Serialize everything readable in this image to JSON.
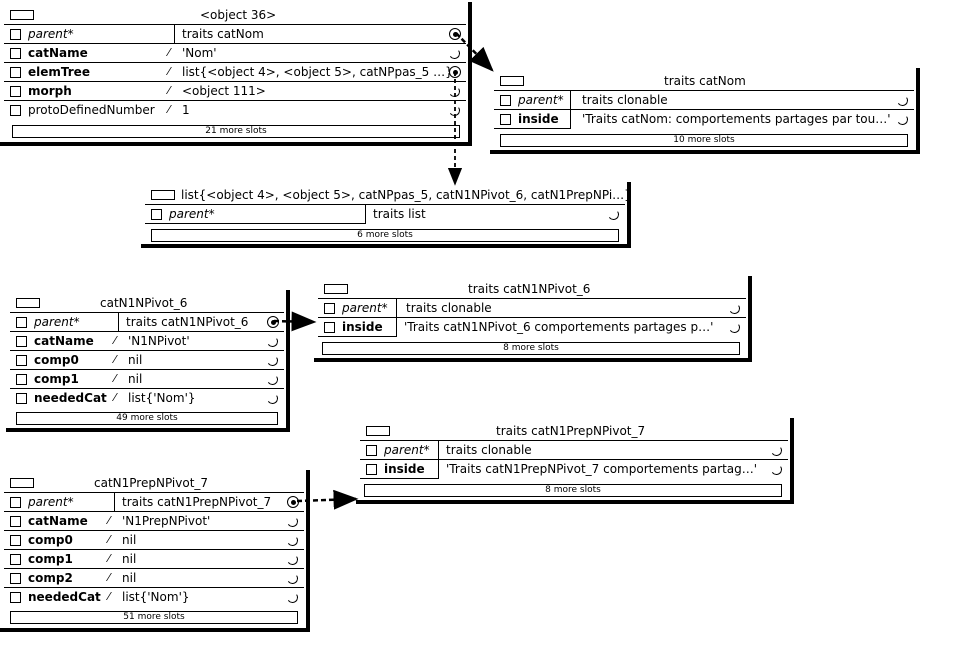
{
  "outliners": {
    "obj36": {
      "title": "<object 36>",
      "slots": [
        {
          "name": "parent*",
          "value": "traits catNom"
        },
        {
          "name": "catName",
          "value": "'Nom'"
        },
        {
          "name": "elemTree",
          "value": "list{<object 4>, <object 5>, catNPpas_5 …}"
        },
        {
          "name": "morph",
          "value": "<object 111>"
        },
        {
          "name": "protoDefinedNumber",
          "value": "1"
        }
      ],
      "more": "21 more slots"
    },
    "traitsCatNom": {
      "title": "traits catNom",
      "slots": [
        {
          "name": "parent*",
          "value": "traits clonable"
        },
        {
          "name": "inside",
          "value": "'Traits catNom: comportements partages par tou…'"
        }
      ],
      "more": "10 more slots"
    },
    "listObj": {
      "title": "list{<object 4>, <object 5>, catNPpas_5, catN1NPivot_6, catN1PrepNPi…}",
      "slots": [
        {
          "name": "parent*",
          "value": "traits list"
        }
      ],
      "more": "6 more slots"
    },
    "catN1NPivot6": {
      "title": "catN1NPivot_6",
      "slots": [
        {
          "name": "parent*",
          "value": "traits catN1NPivot_6"
        },
        {
          "name": "catName",
          "value": "'N1NPivot'"
        },
        {
          "name": "comp0",
          "value": "nil"
        },
        {
          "name": "comp1",
          "value": "nil"
        },
        {
          "name": "neededCat",
          "value": "list{'Nom'}"
        }
      ],
      "more": "49 more slots"
    },
    "traitsCatN1NPivot6": {
      "title": "traits catN1NPivot_6",
      "slots": [
        {
          "name": "parent*",
          "value": "traits clonable"
        },
        {
          "name": "inside",
          "value": "'Traits catN1NPivot_6 comportements partages p…'"
        }
      ],
      "more": "8 more slots"
    },
    "traitsCatN1PrepNPivot7": {
      "title": "traits catN1PrepNPivot_7",
      "slots": [
        {
          "name": "parent*",
          "value": "traits clonable"
        },
        {
          "name": "inside",
          "value": "'Traits catN1PrepNPivot_7 comportements partag…'"
        }
      ],
      "more": "8 more slots"
    },
    "catN1PrepNPivot7": {
      "title": "catN1PrepNPivot_7",
      "slots": [
        {
          "name": "parent*",
          "value": "traits catN1PrepNPivot_7"
        },
        {
          "name": "catName",
          "value": "'N1PrepNPivot'"
        },
        {
          "name": "comp0",
          "value": "nil"
        },
        {
          "name": "comp1",
          "value": "nil"
        },
        {
          "name": "comp2",
          "value": "nil"
        },
        {
          "name": "neededCat",
          "value": "list{'Nom'}"
        }
      ],
      "more": "51 more slots"
    }
  }
}
